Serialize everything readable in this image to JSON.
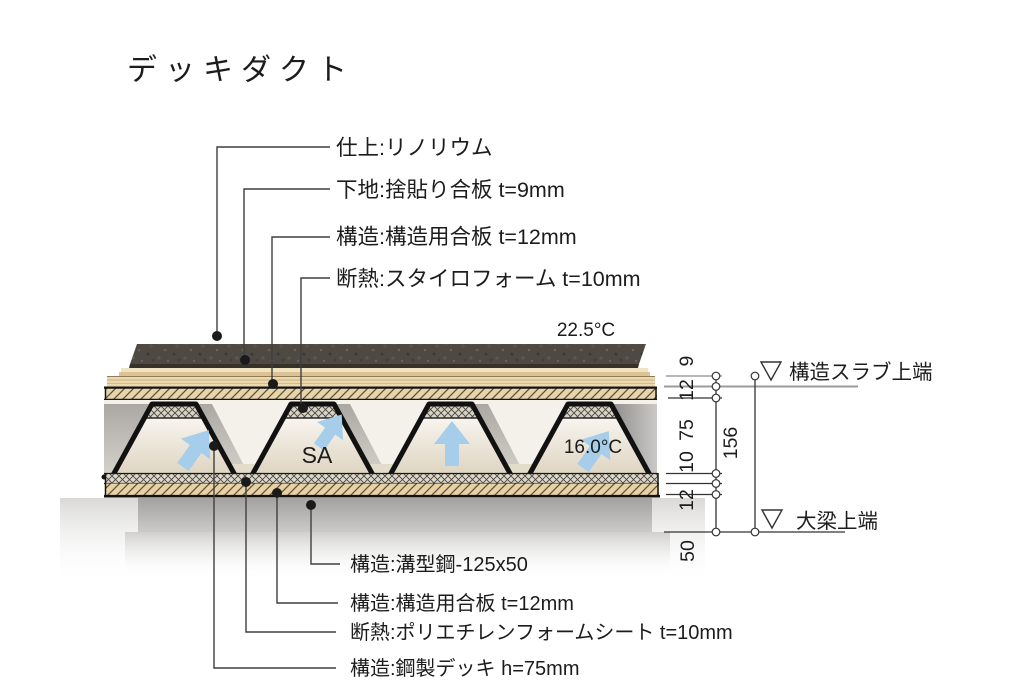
{
  "title": "デッキダクト",
  "top_labels": [
    {
      "text": "仕上:リノリウム"
    },
    {
      "text": "下地:捨貼り合板 t=9mm"
    },
    {
      "text": "構造:構造用合板 t=12mm"
    },
    {
      "text": "断熱:スタイロフォーム t=10mm"
    }
  ],
  "bottom_labels": [
    {
      "text": "構造:溝型鋼-125x50"
    },
    {
      "text": "構造:構造用合板 t=12mm"
    },
    {
      "text": "断熱:ポリエチレンフォームシート t=10mm"
    },
    {
      "text": "構造:鋼製デッキ h=75mm"
    }
  ],
  "annotations": {
    "temp_above": "22.5°C",
    "temp_duct": "16.0°C",
    "supply_air": "SA"
  },
  "levels": {
    "slab_top": "構造スラブ上端",
    "girder_top": "大梁上端"
  },
  "dims": {
    "chain": [
      "9",
      "12",
      "75",
      "10",
      "12"
    ],
    "below_girder": "50",
    "overall": "156"
  },
  "colors": {
    "linoleum": "#4e4942",
    "wood_light": "#ecd9ae",
    "hatch_band": "#e7d5aa",
    "insulation_fill": "#d7d3c6",
    "channel_gray": "#a3a2a0",
    "arrow_blue": "#a6cde9",
    "outline_black": "#111111",
    "dim_gray": "#9b9b9b"
  }
}
